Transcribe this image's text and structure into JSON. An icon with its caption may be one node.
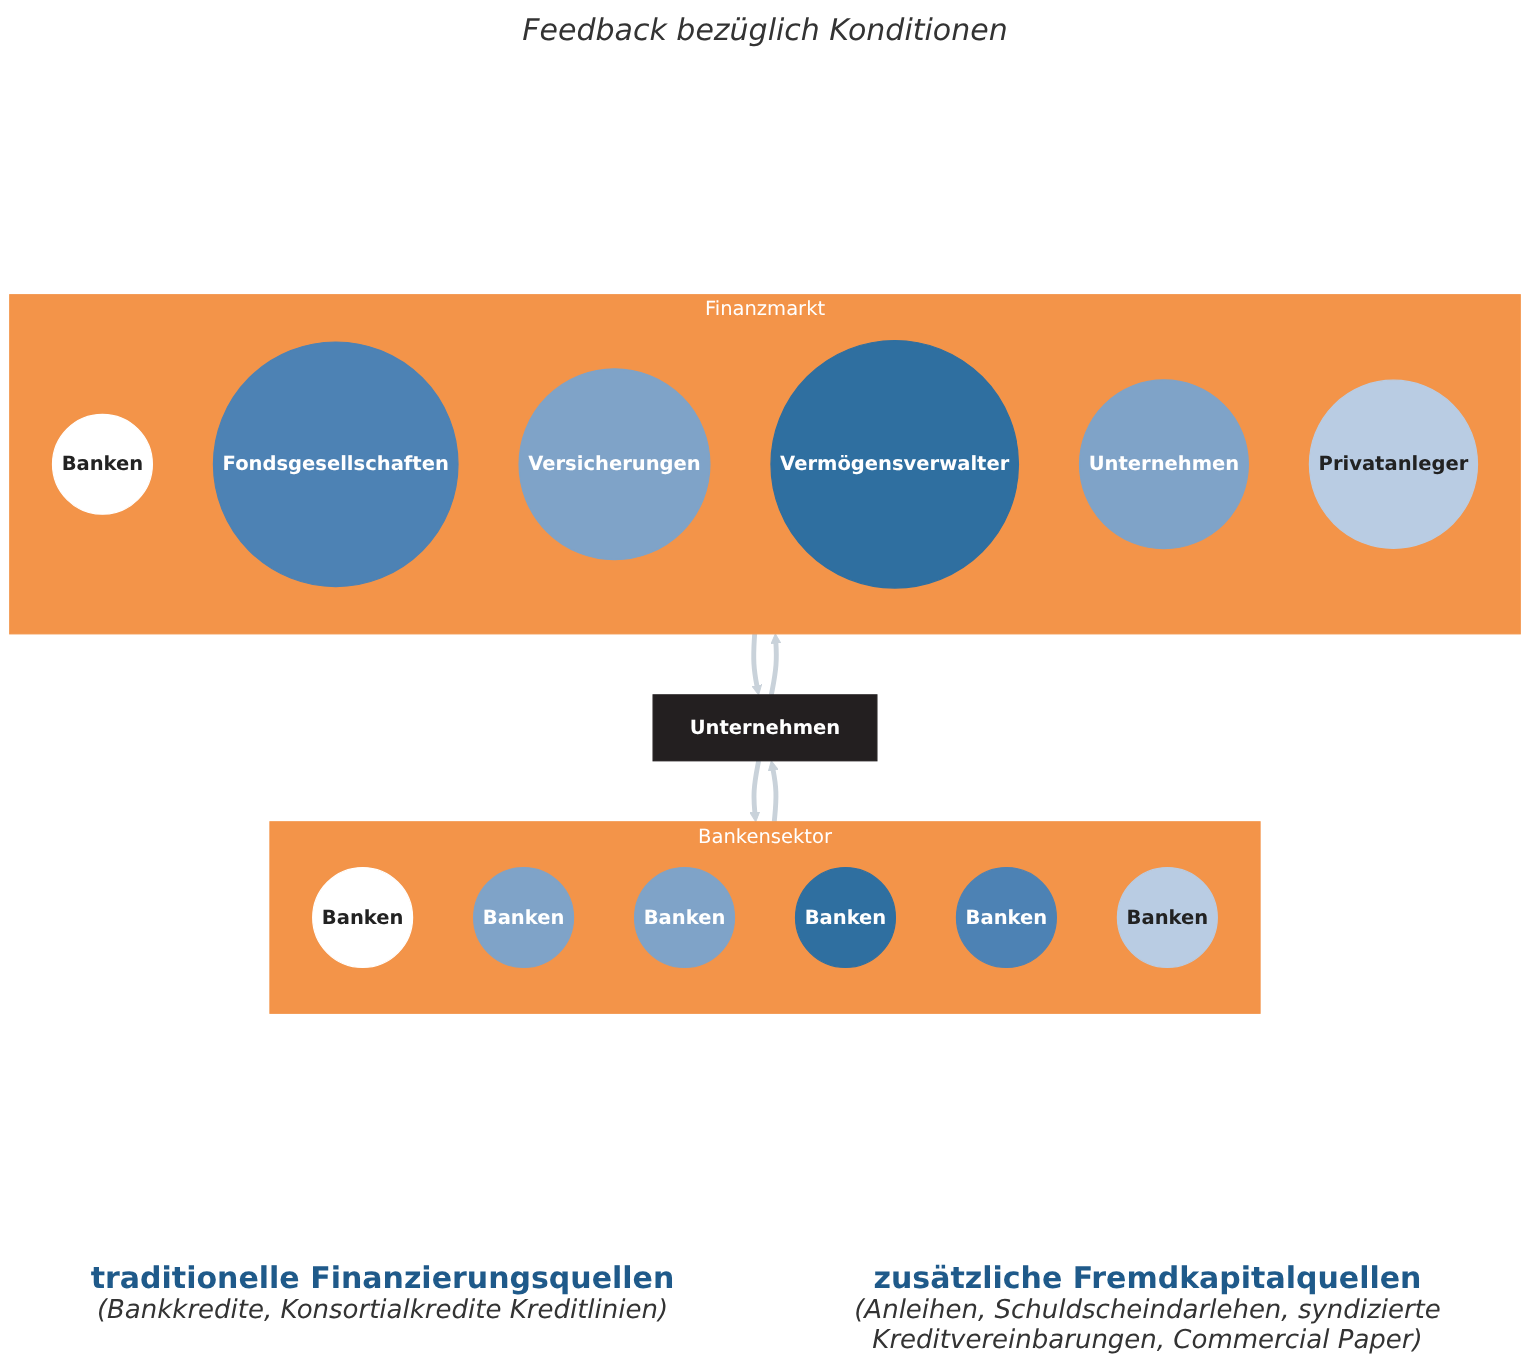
{
  "diagram": {
    "nodes": [
      {
        "text": [
          "Unternehmen"
        ]
      },
      {
        "text": [
          "Bankensektor"
        ],
        "beside": [
          "traditionelle Finanzierungsquellen",
          "(Bankkredite, Konsortialkredite Kreditlinien)"
        ]
      },
      {
        "text": [
          "Banken"
        ],
        "in": 1
      },
      {
        "text": [
          "Banken"
        ],
        "in": 1
      },
      {
        "text": [
          "Banken"
        ],
        "in": 1
      },
      {
        "text": [
          "Banken"
        ],
        "in": 1
      },
      {
        "text": [
          "Banken"
        ],
        "in": 1
      },
      {
        "text": [
          "Banken"
        ],
        "in": 1
      },
      {
        "text": [
          "Finanzmarkt"
        ],
        "beside": [
          "zusätzliche Fremdkapitalquellen",
          "(Anleihen, Schuldscheindarlehen, syndizierte Kreditvereinbarungen, Commercial Paper)"
        ]
      },
      {
        "text": [
          "Banken"
        ],
        "in": 8
      },
      {
        "text": [
          "Fondsgesellschaften"
        ],
        "in": 8
      },
      {
        "text": [
          "Versicherungen"
        ],
        "in": 8
      },
      {
        "text": [
          "Vermögensverwalter"
        ],
        "in": 8
      },
      {
        "text": [
          "Unternehmen"
        ],
        "in": 8
      },
      {
        "text": [
          "Privatanleger"
        ],
        "in": 8
      }
    ],
    "edges": [
      {
        "from": 0,
        "to": 1,
        "arrow": "to"
      },
      {
        "from": 0,
        "to": 8,
        "arrow": "to"
      },
      {
        "from": 1,
        "to": 0,
        "arrow": "to"
      },
      {
        "from": 8,
        "to": 0,
        "arrow": "to"
      }
    ],
    "labels": [
      "Feedback bezüglich Konditionen"
    ]
  }
}
